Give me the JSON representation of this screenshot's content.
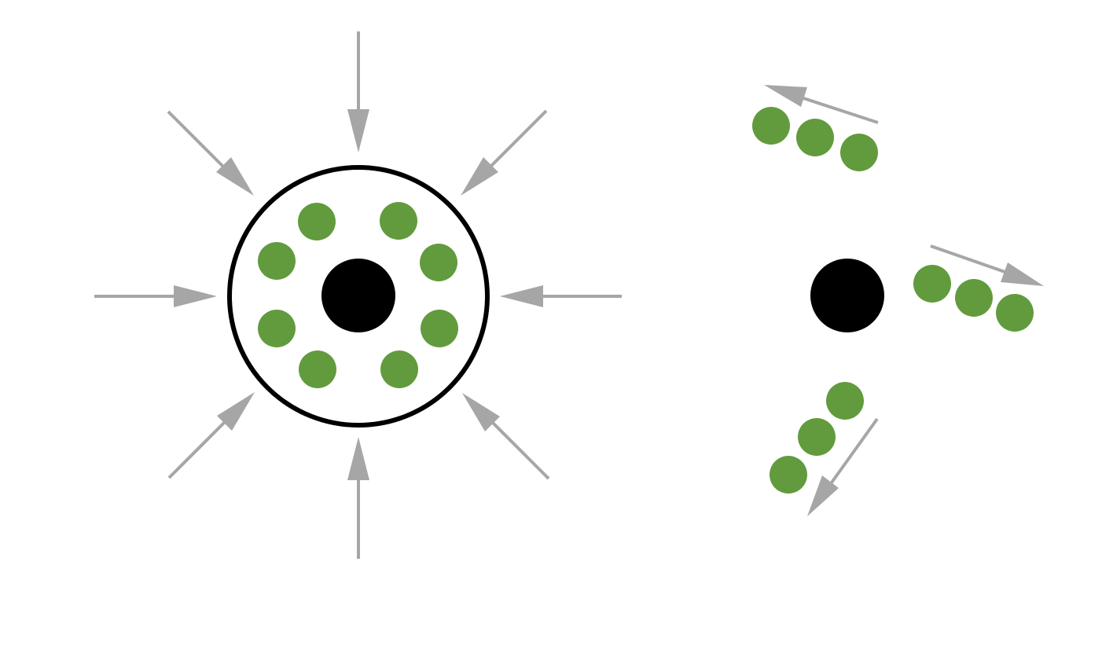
{
  "colors": {
    "background": "#ffffff",
    "arrow": "#a6a6a6",
    "particle": "#619b3d",
    "core": "#000000",
    "membrane": "#000000"
  },
  "icons": {
    "core": "black-disc",
    "particle": "green-dot",
    "membrane": "circle-outline",
    "arrow": "gray-arrow"
  },
  "left_panel": {
    "inward_arrows": 8,
    "contained_particles": 8
  },
  "right_panel": {
    "particle_groups": 3,
    "particles_per_group": 3
  }
}
